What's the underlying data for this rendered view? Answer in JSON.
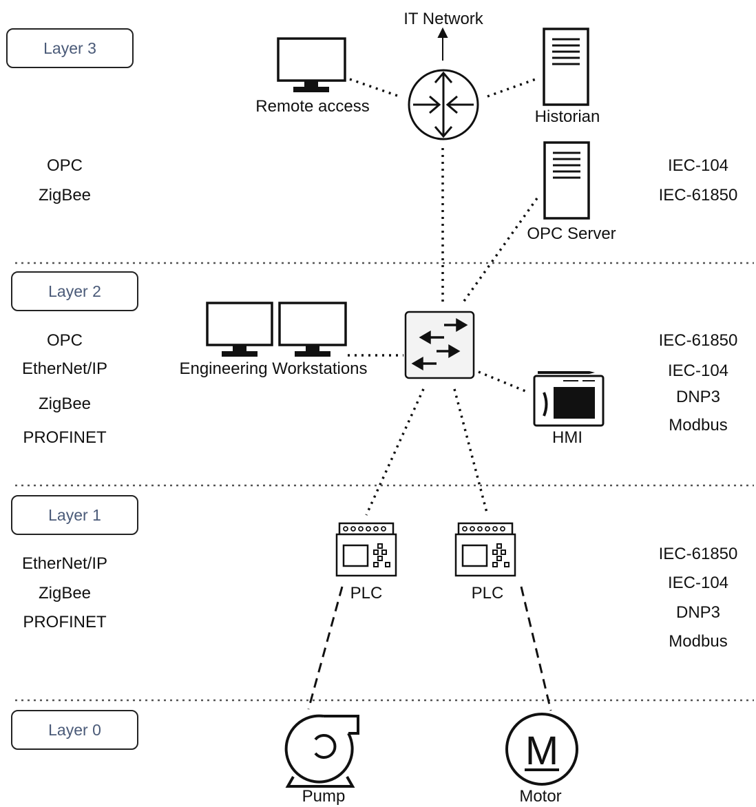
{
  "layers": [
    {
      "name": "Layer 3",
      "left_protocols": [
        "OPC",
        "ZigBee"
      ],
      "right_protocols": [
        "IEC-104",
        "IEC-61850"
      ]
    },
    {
      "name": "Layer 2",
      "left_protocols": [
        "OPC",
        "EtherNet/IP",
        "ZigBee",
        "PROFINET"
      ],
      "right_protocols": [
        "IEC-61850",
        "IEC-104",
        "DNP3",
        "Modbus"
      ]
    },
    {
      "name": "Layer 1",
      "left_protocols": [
        "EtherNet/IP",
        "ZigBee",
        "PROFINET"
      ],
      "right_protocols": [
        "IEC-61850",
        "IEC-104",
        "DNP3",
        "Modbus"
      ]
    },
    {
      "name": "Layer 0"
    }
  ],
  "nodes": {
    "it_network": "IT Network",
    "remote_access": "Remote access",
    "historian": "Historian",
    "opc_server": "OPC Server",
    "engineering_workstations": "Engineering Workstations",
    "hmi": "HMI",
    "plc_left": "PLC",
    "plc_right": "PLC",
    "pump": "Pump",
    "motor": "Motor",
    "motor_symbol": "M"
  },
  "icons": {
    "router": "router-icon",
    "switch": "switch-icon",
    "monitor": "monitor-icon",
    "server": "server-icon",
    "hmi": "hmi-panel-icon",
    "plc": "plc-icon",
    "pump": "pump-icon",
    "motor": "motor-icon"
  }
}
